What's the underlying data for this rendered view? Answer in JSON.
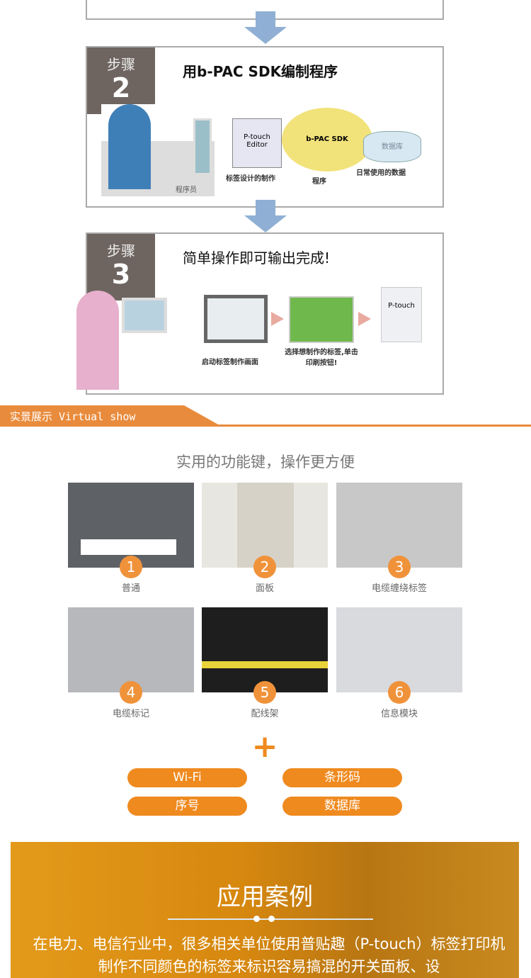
{
  "step2": {
    "label": "步骤",
    "number": "2",
    "title": "用b-PAC SDK编制程序",
    "editor": "P-touch Editor",
    "editor_caption": "标签设计的制作",
    "sdk": "b-PAC SDK",
    "sdk_caption": "程序",
    "db": "数据库",
    "db_caption": "日常使用的数据",
    "person": "程序员"
  },
  "step3": {
    "label": "步骤",
    "number": "3",
    "title": "简单操作即可输出完成!",
    "screen_caption": "启动标签制作画面",
    "select_caption": "选择想制作的标签,单击印刷按钮!",
    "printer": "P-touch"
  },
  "section": {
    "title": "实景展示 Virtual show",
    "accent": "#e98b3c"
  },
  "features": {
    "subtitle": "实用的功能键，操作更方便",
    "items": [
      {
        "n": "1",
        "label": "普通"
      },
      {
        "n": "2",
        "label": "面板"
      },
      {
        "n": "3",
        "label": "电缆缠绕标签"
      },
      {
        "n": "4",
        "label": "电缆标记"
      },
      {
        "n": "5",
        "label": "配线架"
      },
      {
        "n": "6",
        "label": "信息模块"
      }
    ]
  },
  "extras": {
    "plus": "+",
    "items": [
      "Wi-Fi",
      "条形码",
      "序号",
      "数据库"
    ]
  },
  "case": {
    "title": "应用案例",
    "text": "在电力、电信行业中，很多相关单位使用普贴趣（P-touch）标签打印机制作不同颜色的标签来标识容易搞混的开关面板、设"
  }
}
